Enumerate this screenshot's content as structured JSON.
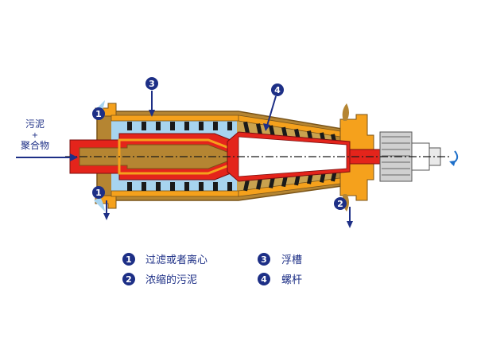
{
  "inlet": {
    "line1": "污泥",
    "plus": "+",
    "line2": "聚合物"
  },
  "markers": {
    "m1": "1",
    "m2": "2",
    "m3": "3",
    "m4": "4"
  },
  "legend": [
    {
      "num": "1",
      "label": "过滤或者离心"
    },
    {
      "num": "2",
      "label": "浓缩的污泥"
    },
    {
      "num": "3",
      "label": "浮槽"
    },
    {
      "num": "4",
      "label": "螺杆"
    }
  ],
  "colors": {
    "navy": "#1d2f86",
    "bowl": "#b58532",
    "bowl_dark": "#7a5418",
    "orange": "#f5a11c",
    "red": "#e4241b",
    "light_blue": "#a7d4ef",
    "flight": "#1a1a1a",
    "bearing": "#b8b8b8"
  }
}
